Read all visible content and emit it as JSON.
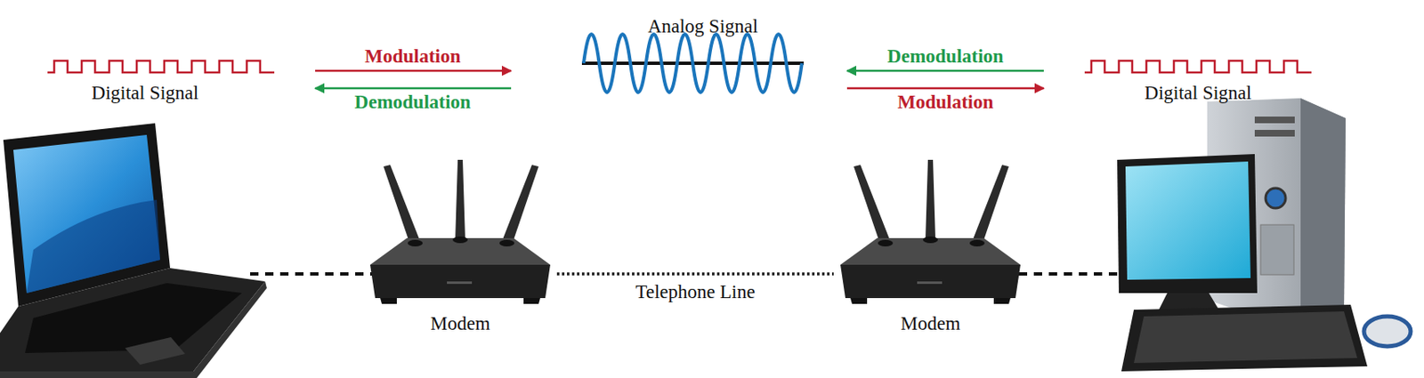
{
  "diagram": {
    "nodes": [
      {
        "text": [
          "Modem"
        ]
      },
      {
        "text": [
          "Modem"
        ]
      }
    ],
    "edges": [
      {
        "from": 0,
        "to": 1,
        "label": "Telephone Line",
        "arrow": "none"
      }
    ],
    "labels": [
      "Digital Signal",
      "Modulation",
      "Demodulation",
      "Analog Signal",
      "Demodulation",
      "Modulation",
      "Digital Signal"
    ]
  }
}
